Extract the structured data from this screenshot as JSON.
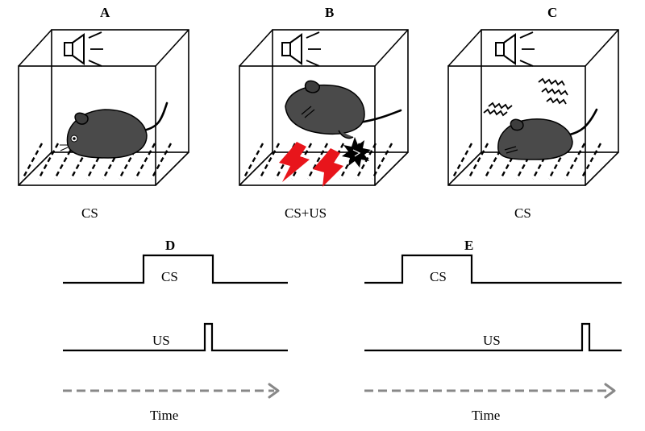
{
  "panels": {
    "A": {
      "letter": "A",
      "caption": "CS"
    },
    "B": {
      "letter": "B",
      "caption": "CS+US"
    },
    "C": {
      "letter": "C",
      "caption": "CS"
    },
    "D": {
      "letter": "D",
      "cs_label": "CS",
      "us_label": "US",
      "time_label": "Time"
    },
    "E": {
      "letter": "E",
      "cs_label": "CS",
      "us_label": "US",
      "time_label": "Time"
    }
  },
  "colors": {
    "shock": "#e8151b",
    "mouse": "#4a4a4a",
    "time_arrow": "#888888"
  },
  "icons": [
    "speaker-icon",
    "mouse-icon",
    "lightning-bolt-icon",
    "shock-spark-icon",
    "trembling-lines-icon",
    "time-arrow-icon"
  ]
}
